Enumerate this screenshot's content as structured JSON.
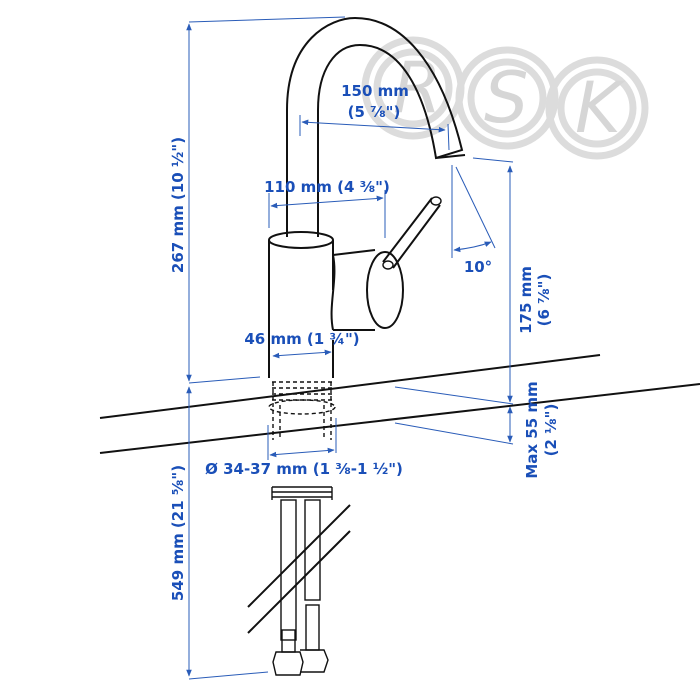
{
  "watermark": {
    "letters": [
      "R",
      "S",
      "K"
    ]
  },
  "dimensions": {
    "total_height": "267 mm (10 ½\")",
    "spout_reach_mm": "150 mm",
    "spout_reach_in": "(5 ⅞\")",
    "handle_width": "110 mm (4 ⅜\")",
    "angle": "10°",
    "spout_height_mm": "175 mm",
    "spout_height_in": "(6 ⅞\")",
    "body_diameter": "46 mm (1 ¾\")",
    "hole_diameter": "Ø 34-37 mm (1 ⅜-1 ½\")",
    "max_thickness_mm": "Max 55 mm",
    "max_thickness_in": "(2 ⅛\")",
    "hose_length": "549 mm (21 ⅝\")"
  },
  "colors": {
    "dimension": "#1a4fb8",
    "ink": "#111111",
    "watermark": "#d6d6d6"
  }
}
